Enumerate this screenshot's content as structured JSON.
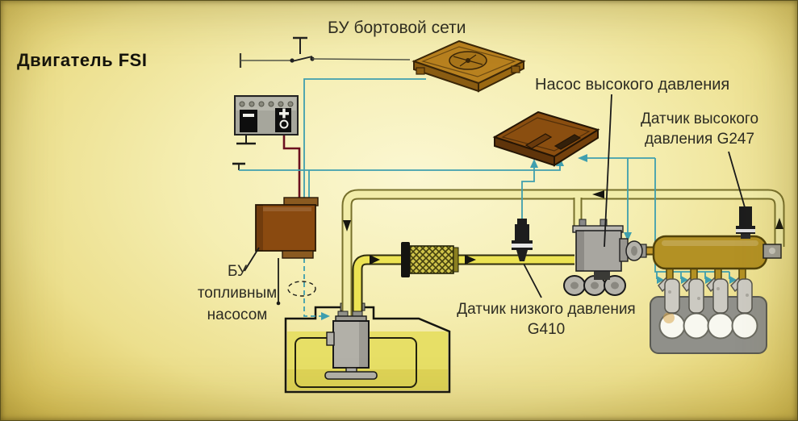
{
  "diagram": {
    "title": "Двигатель FSI",
    "labels": {
      "onboard_ecu": "БУ бортовой сети",
      "hp_pump": "Насос высокого давления",
      "hp_sensor_line1": "Датчик высокого",
      "hp_sensor_line2": "давления G247",
      "fp_control_line1": "БУ",
      "fp_control_line2": "топливным",
      "fp_control_line3": "насосом",
      "lp_sensor_line1": "Датчик низкого давления",
      "lp_sensor_line2": "G410"
    },
    "colors": {
      "background_edge": "#d2ba4e",
      "background_center": "#fbf7d2",
      "wire_signal_teal": "#3f9fae",
      "wire_power_darkred": "#6b1020",
      "pipe_supply_yellow": "#ece353",
      "pipe_return_pale": "#f1eca8",
      "control_unit_brown": "#8a4a10",
      "ecu_brown": "#8a4e10",
      "fuel_rail_gold": "#b39124",
      "fuel_yellow": "#e7df66",
      "component_grey": "#b2b0a8",
      "text": "#2d2c23"
    }
  }
}
